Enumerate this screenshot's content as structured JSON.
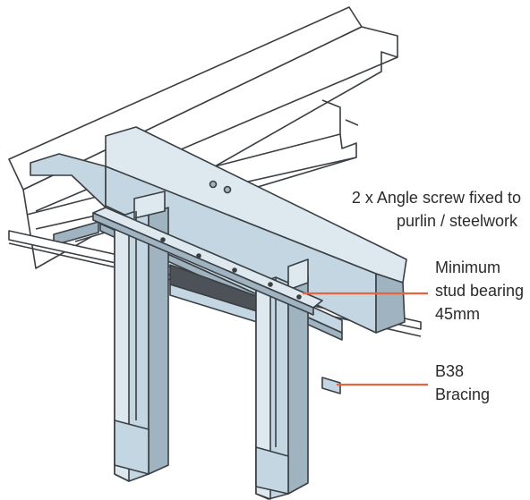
{
  "colors": {
    "outline": "#3a3f44",
    "steel_face": "#c4d6e1",
    "steel_light": "#dde8ef",
    "steel_dark": "#9fb3c0",
    "steel_shadow": "#4c5257",
    "leader": "#e8643c"
  },
  "annotations": {
    "angle_screw": {
      "line1": "2 x Angle screw fixed to",
      "line2": "purlin / steelwork"
    },
    "stud_bearing": {
      "line1": "Minimum",
      "line2": "stud bearing",
      "line3": "45mm"
    },
    "bracing": {
      "line1": "B38",
      "line2": "Bracing"
    }
  }
}
